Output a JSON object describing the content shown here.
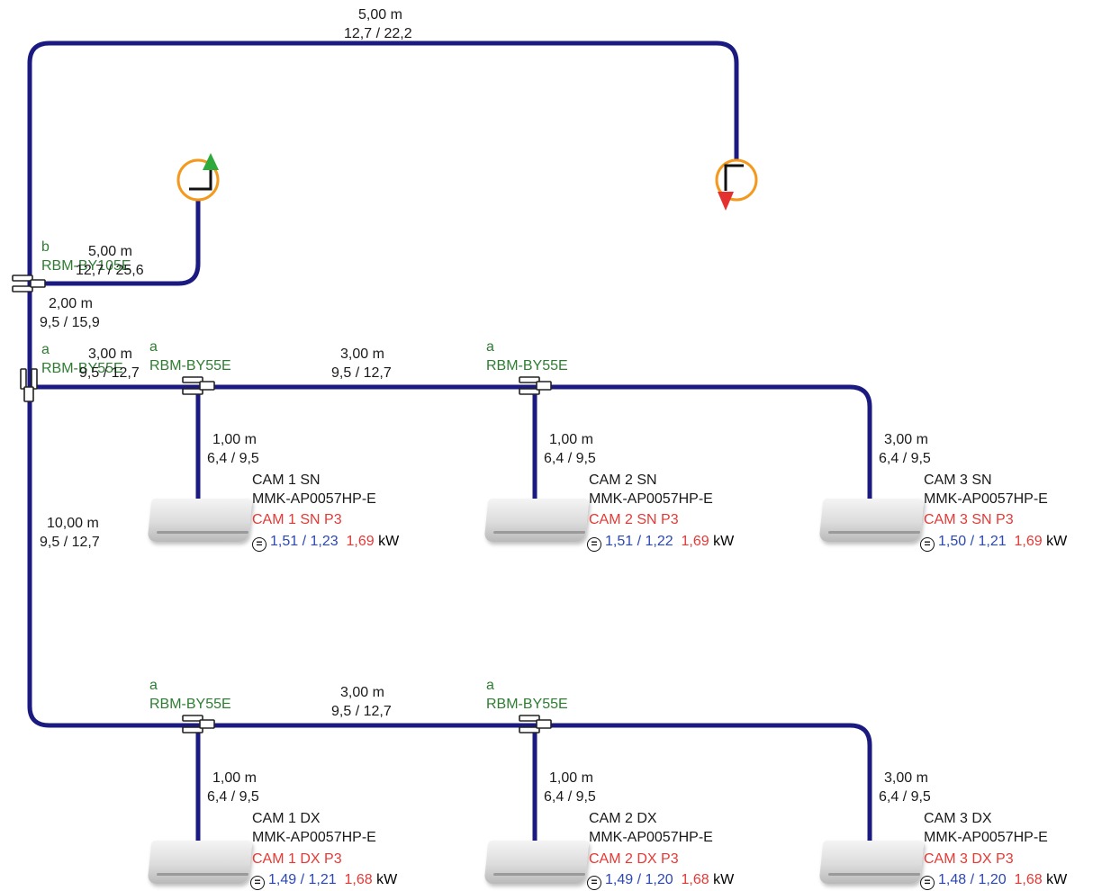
{
  "main_pipe": {
    "length": "5,00 m",
    "size": "12,7 / 22,2"
  },
  "branch_b": {
    "letter": "b",
    "model": "RBM-BY105E",
    "length": "5,00 m",
    "size": "12,7 / 25,6"
  },
  "pipe_b_a": {
    "length": "2,00 m",
    "size": "9,5 / 15,9"
  },
  "branch_a": {
    "letter": "a",
    "model": "RBM-BY55E"
  },
  "pipe_first": {
    "length": "3,00 m",
    "size": "9,5 / 12,7"
  },
  "pipe_down": {
    "length": "10,00 m",
    "size": "9,5 / 12,7"
  },
  "row_top": {
    "joints": [
      {
        "letter": "a",
        "model": "RBM-BY55E"
      },
      {
        "letter": "a",
        "model": "RBM-BY55E"
      }
    ],
    "pipe_mid": {
      "length": "3,00 m",
      "size": "9,5 / 12,7"
    },
    "units": [
      {
        "pipe_length": "1,00 m",
        "pipe_size": "6,4 / 9,5",
        "name": "CAM 1 SN",
        "model": "MMK-AP0057HP-E",
        "label": "CAM 1 SN P3",
        "cap1": "1,51",
        "cap2": "1,23",
        "cap3": "1,69",
        "unit": "kW"
      },
      {
        "pipe_length": "1,00 m",
        "pipe_size": "6,4 / 9,5",
        "name": "CAM 2 SN",
        "model": "MMK-AP0057HP-E",
        "label": "CAM 2 SN P3",
        "cap1": "1,51",
        "cap2": "1,22",
        "cap3": "1,69",
        "unit": "kW"
      },
      {
        "pipe_length": "3,00 m",
        "pipe_size": "6,4 / 9,5",
        "name": "CAM 3 SN",
        "model": "MMK-AP0057HP-E",
        "label": "CAM 3 SN P3",
        "cap1": "1,50",
        "cap2": "1,21",
        "cap3": "1,69",
        "unit": "kW"
      }
    ]
  },
  "row_bottom": {
    "joints": [
      {
        "letter": "a",
        "model": "RBM-BY55E"
      },
      {
        "letter": "a",
        "model": "RBM-BY55E"
      }
    ],
    "pipe_mid": {
      "length": "3,00 m",
      "size": "9,5 / 12,7"
    },
    "units": [
      {
        "pipe_length": "1,00 m",
        "pipe_size": "6,4 / 9,5",
        "name": "CAM 1 DX",
        "model": "MMK-AP0057HP-E",
        "label": "CAM 1 DX P3",
        "cap1": "1,49",
        "cap2": "1,21",
        "cap3": "1,68",
        "unit": "kW"
      },
      {
        "pipe_length": "1,00 m",
        "pipe_size": "6,4 / 9,5",
        "name": "CAM 2 DX",
        "model": "MMK-AP0057HP-E",
        "label": "CAM 2 DX P3",
        "cap1": "1,49",
        "cap2": "1,20",
        "cap3": "1,68",
        "unit": "kW"
      },
      {
        "pipe_length": "3,00 m",
        "pipe_size": "6,4 / 9,5",
        "name": "CAM 3 DX",
        "model": "MMK-AP0057HP-E",
        "label": "CAM 3 DX P3",
        "cap1": "1,48",
        "cap2": "1,20",
        "cap3": "1,68",
        "unit": "kW"
      }
    ]
  },
  "colors": {
    "pipe": "#1a1a80",
    "connection_ring": "#f39a1e",
    "arrow_out": "#2eaa3c",
    "arrow_in": "#e53030",
    "model_label": "#2e7d32",
    "unit_label": "#e53935",
    "capacity": "#2b48b4"
  }
}
